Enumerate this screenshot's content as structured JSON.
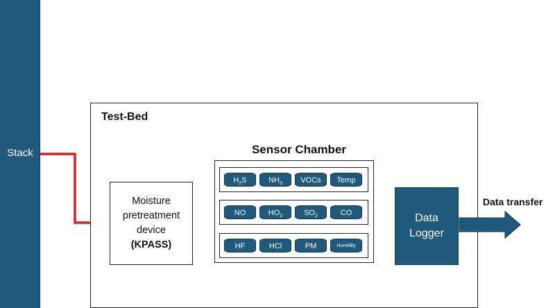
{
  "stack": {
    "label": "Stack"
  },
  "testbed": {
    "title": "Test-Bed"
  },
  "moisture": {
    "line1": "Moisture",
    "line2": "pretreatment",
    "line3": "device",
    "line4": "(KPASS)"
  },
  "chamber": {
    "title": "Sensor Chamber",
    "rows": [
      [
        "H2S",
        "NH3",
        "VOCs",
        "Temp"
      ],
      [
        "NO",
        "HO2",
        "SO2",
        "CO"
      ],
      [
        "HF",
        "HCl",
        "PM",
        "Humidity"
      ]
    ]
  },
  "logger": {
    "line1": "Data",
    "line2": "Logger"
  },
  "transfer": {
    "label": "Data transfer"
  },
  "colors": {
    "stack_fill": "#1f5a7c",
    "flow_line": "#e11b1b",
    "connector": "#2a6a8e"
  }
}
